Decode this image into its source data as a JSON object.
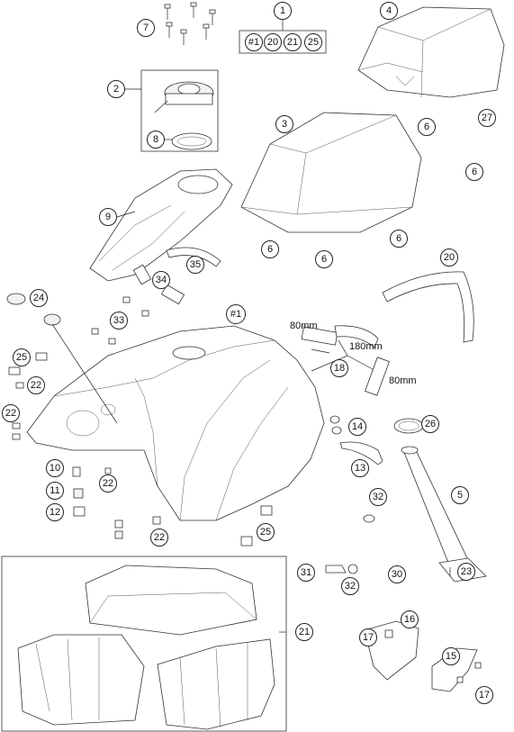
{
  "callouts": [
    {
      "id": "c1",
      "label": "1"
    },
    {
      "id": "c2",
      "label": "2"
    },
    {
      "id": "c3",
      "label": "3"
    },
    {
      "id": "c4",
      "label": "4"
    },
    {
      "id": "c5",
      "label": "5"
    },
    {
      "id": "c6a",
      "label": "6"
    },
    {
      "id": "c6b",
      "label": "6"
    },
    {
      "id": "c6c",
      "label": "6"
    },
    {
      "id": "c6d",
      "label": "6"
    },
    {
      "id": "c6e",
      "label": "6"
    },
    {
      "id": "c7",
      "label": "7"
    },
    {
      "id": "c8",
      "label": "8"
    },
    {
      "id": "c9",
      "label": "9"
    },
    {
      "id": "c10",
      "label": "10"
    },
    {
      "id": "c11",
      "label": "11"
    },
    {
      "id": "c12",
      "label": "12"
    },
    {
      "id": "c13",
      "label": "13"
    },
    {
      "id": "c14",
      "label": "14"
    },
    {
      "id": "c15",
      "label": "15"
    },
    {
      "id": "c16",
      "label": "16"
    },
    {
      "id": "c17a",
      "label": "17"
    },
    {
      "id": "c17b",
      "label": "17"
    },
    {
      "id": "c18",
      "label": "18"
    },
    {
      "id": "c20",
      "label": "20"
    },
    {
      "id": "c21",
      "label": "21"
    },
    {
      "id": "c22a",
      "label": "22"
    },
    {
      "id": "c22b",
      "label": "22"
    },
    {
      "id": "c22c",
      "label": "22"
    },
    {
      "id": "c22d",
      "label": "22"
    },
    {
      "id": "c23",
      "label": "23"
    },
    {
      "id": "c24",
      "label": "24"
    },
    {
      "id": "c25a",
      "label": "25"
    },
    {
      "id": "c25b",
      "label": "25"
    },
    {
      "id": "c26",
      "label": "26"
    },
    {
      "id": "c27",
      "label": "27"
    },
    {
      "id": "c30",
      "label": "30"
    },
    {
      "id": "c31",
      "label": "31"
    },
    {
      "id": "c32a",
      "label": "32"
    },
    {
      "id": "c32b",
      "label": "32"
    },
    {
      "id": "c33",
      "label": "33"
    },
    {
      "id": "c34",
      "label": "34"
    },
    {
      "id": "c35",
      "label": "35"
    },
    {
      "id": "c1main",
      "label": "#1"
    }
  ],
  "kit_box": {
    "labels": [
      "#1",
      "20",
      "21",
      "25"
    ]
  },
  "dimensions": {
    "d1": "80mm",
    "d2": "180mm",
    "d3": "80mm"
  }
}
